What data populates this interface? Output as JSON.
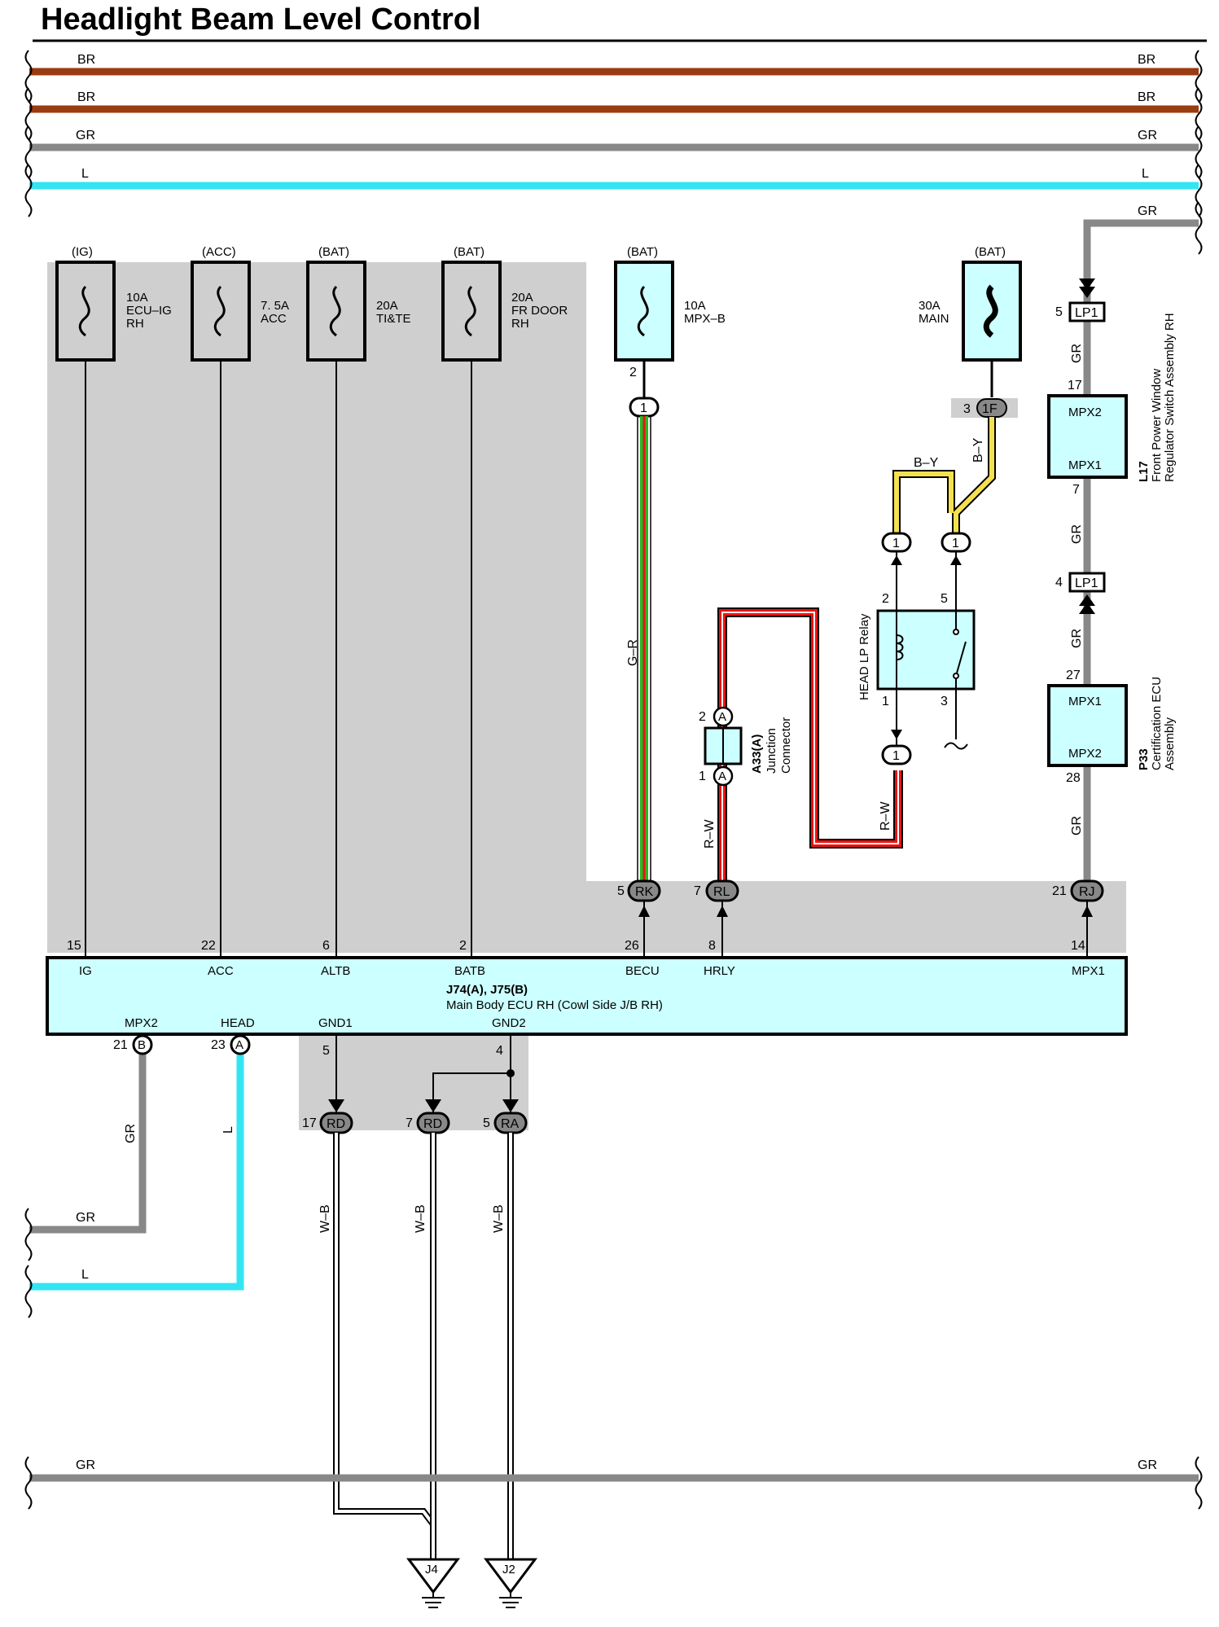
{
  "title": "Headlight Beam Level Control",
  "colors": {
    "BR": "#9a3b12",
    "GR": "#888888",
    "L": "#33e5f2",
    "G": "#22bb22",
    "R": "#ee1111",
    "Y": "#f5e050",
    "B": "#000000",
    "W": "#ffffff",
    "shade": "#cfcfcf",
    "box": "#ccffff"
  },
  "buses": [
    {
      "code": "BR"
    },
    {
      "code": "BR"
    },
    {
      "code": "GR"
    },
    {
      "code": "L"
    },
    {
      "code": "GR"
    }
  ],
  "gr_entry": "GR",
  "fuses": [
    {
      "source": "(IG)",
      "rating": "10A",
      "name1": "ECU–IG",
      "name2": "RH"
    },
    {
      "source": "(ACC)",
      "rating": "7. 5A",
      "name1": "ACC",
      "name2": ""
    },
    {
      "source": "(BAT)",
      "rating": "20A",
      "name1": "TI&TE",
      "name2": ""
    },
    {
      "source": "(BAT)",
      "rating": "20A",
      "name1": "FR DOOR",
      "name2": "RH"
    },
    {
      "source": "(BAT)",
      "rating": "10A",
      "name1": "MPX–B",
      "name2": ""
    },
    {
      "source": "(BAT)",
      "rating": "30A",
      "name1": "MAIN",
      "name2": ""
    }
  ],
  "ecu": {
    "name1": "J74(A), J75(B)",
    "name2": "Main Body ECU RH (Cowl Side J/B RH)",
    "top_pins": [
      {
        "pin": "15",
        "label": "IG"
      },
      {
        "pin": "22",
        "label": "ACC"
      },
      {
        "pin": "6",
        "label": "ALTB"
      },
      {
        "pin": "2",
        "label": "BATB"
      },
      {
        "pin": "26",
        "label": "BECU"
      },
      {
        "pin": "8",
        "label": "HRLY"
      },
      {
        "pin": "14",
        "label": "MPX1"
      }
    ],
    "bottom_pins": [
      {
        "label": "MPX2",
        "pin": "21",
        "conn": "B"
      },
      {
        "label": "HEAD",
        "pin": "23",
        "conn": "A"
      },
      {
        "label": "GND1",
        "pin": "5"
      },
      {
        "label": "GND2",
        "pin": "4"
      }
    ]
  },
  "connectors": {
    "rk": {
      "pin": "5",
      "id": "RK"
    },
    "rl": {
      "pin": "7",
      "id": "RL"
    },
    "rj": {
      "pin": "21",
      "id": "RJ"
    },
    "one": "1",
    "one_f": {
      "pin": "3",
      "id": "1F"
    },
    "fuse_pin": "2",
    "rd1": {
      "pin": "17",
      "id": "RD"
    },
    "rd2": {
      "pin": "7",
      "id": "RD"
    },
    "ra": {
      "pin": "5",
      "id": "RA"
    },
    "lp1_top": {
      "pin": "5",
      "id": "LP1"
    },
    "lp1_bot": {
      "pin": "4",
      "id": "LP1"
    }
  },
  "wires": {
    "gr_wire": "G–R",
    "rw": "R–W",
    "by": "B–Y",
    "gr": "GR",
    "l": "L",
    "wb": "W–B"
  },
  "relay": {
    "name": "HEAD LP Relay",
    "pins": [
      "2",
      "5",
      "1",
      "3"
    ]
  },
  "junction": {
    "code": "A33(A)",
    "line1": "Junction",
    "line2": "Connector",
    "conn": "A",
    "pins": [
      "2",
      "1"
    ]
  },
  "l17": {
    "code": "L17",
    "line1": "Front Power Window",
    "line2": "Regulator Switch Assembly RH",
    "pins": {
      "top": "17",
      "bottom": "7"
    },
    "terms": [
      "MPX2",
      "MPX1"
    ]
  },
  "p33": {
    "code": "P33",
    "line1": "Certification ECU",
    "line2": "Assembly",
    "pins": {
      "top": "27",
      "bottom": "28"
    },
    "terms": [
      "MPX1",
      "MPX2"
    ]
  },
  "grounds": [
    "J4",
    "J2"
  ]
}
